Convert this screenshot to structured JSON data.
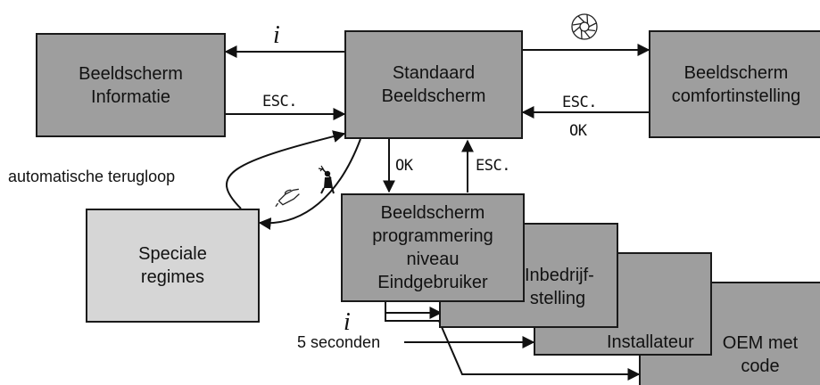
{
  "boxes": {
    "info": "Beeldscherm\nInformatie",
    "standard": "Standaard\nBeeldscherm",
    "comfort": "Beeldscherm\ncomfortinstelling",
    "special": "Speciale\nregimes",
    "user_prog": "Beeldscherm\nprogrammering\nniveau\nEindgebruiker",
    "commissioning": "Inbedrijf-\nstelling",
    "installer": "Installateur",
    "oem": "OEM met\ncode"
  },
  "labels": {
    "info_key": "i",
    "esc_from_info": "ESC.",
    "esc_from_comfort": "ESC.",
    "ok_comfort": "OK",
    "ok_down": "OK",
    "esc_up": "ESC.",
    "auto_return": "automatische terugloop",
    "info_key_bottom": "i",
    "five_seconds": "5 seconden"
  },
  "icons": [
    "info-i-icon",
    "thermostat-dial-icon",
    "hand-press-icon",
    "chimney-sweep-icon"
  ]
}
